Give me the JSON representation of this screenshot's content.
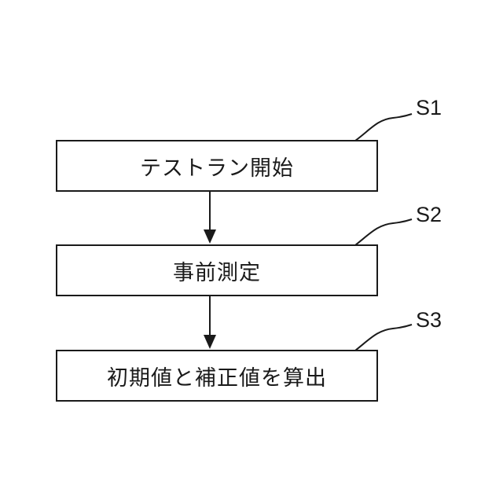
{
  "flowchart": {
    "steps": [
      {
        "label": "S1",
        "text": "テストラン開始"
      },
      {
        "label": "S2",
        "text": "事前測定"
      },
      {
        "label": "S3",
        "text": "初期値と補正値を算出"
      }
    ]
  },
  "colors": {
    "stroke": "#1a1a1a",
    "background": "#ffffff"
  }
}
